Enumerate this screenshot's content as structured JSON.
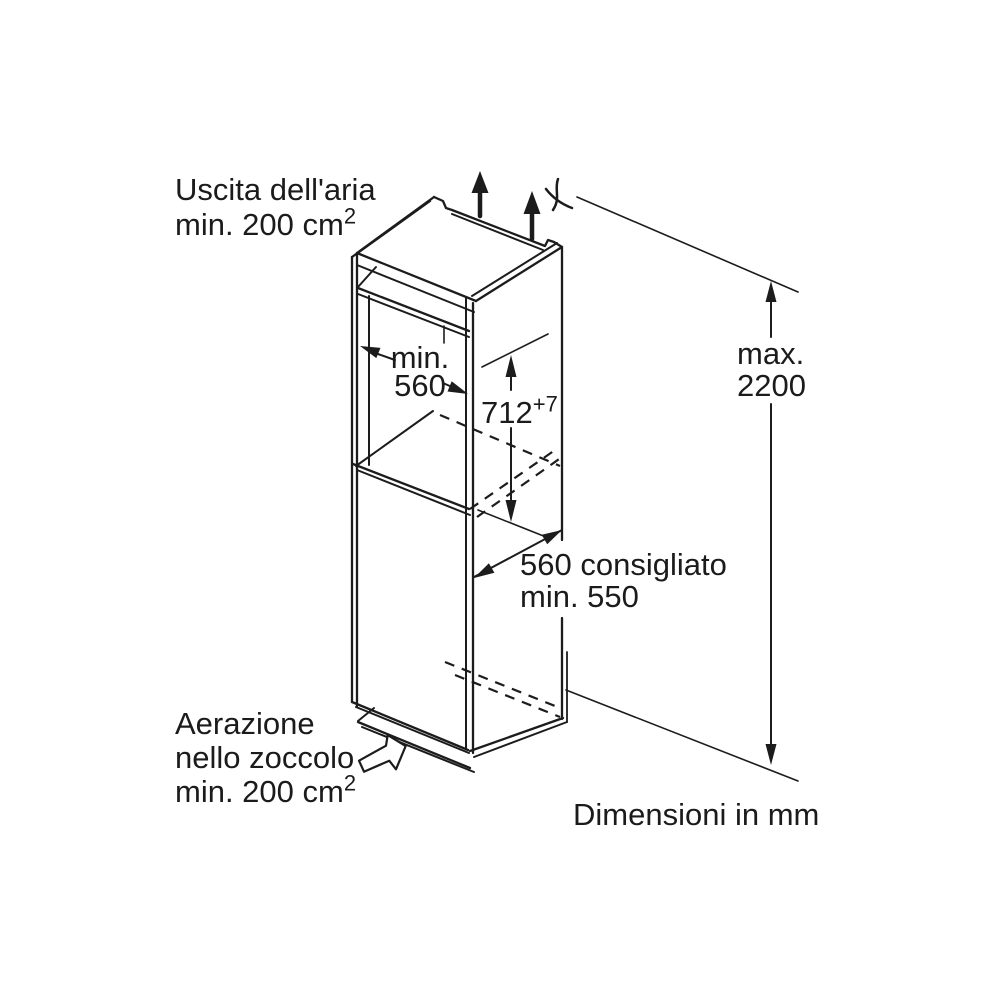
{
  "diagram": {
    "type": "appliance-niche-installation-drawing",
    "units_note": "Dimensioni in mm",
    "colors": {
      "line": "#1c1c1c",
      "background": "#ffffff",
      "text": "#1b1b1b"
    },
    "air_outlet": {
      "line1": "Uscita dell'aria",
      "line2_base": "min. 200 cm",
      "superscript": "2"
    },
    "niche_width": {
      "line1": "min.",
      "line2": "560"
    },
    "niche_height": {
      "value": "712",
      "tolerance": "+7"
    },
    "max_height": {
      "line1": "max.",
      "line2": "2200"
    },
    "depth": {
      "line1": "560 consigliato",
      "line2": "min. 550"
    },
    "plinth_air": {
      "line1": "Aerazione",
      "line2": "nello zoccolo",
      "line3_base": "min. 200 cm",
      "superscript": "2"
    },
    "icons": {
      "airflow_up": "two solid arrows pointing up from top air channel",
      "break_mark": "curved break symbol at ceiling reference",
      "plinth_airflow": "hollow arrow pointing into plinth vent"
    }
  }
}
